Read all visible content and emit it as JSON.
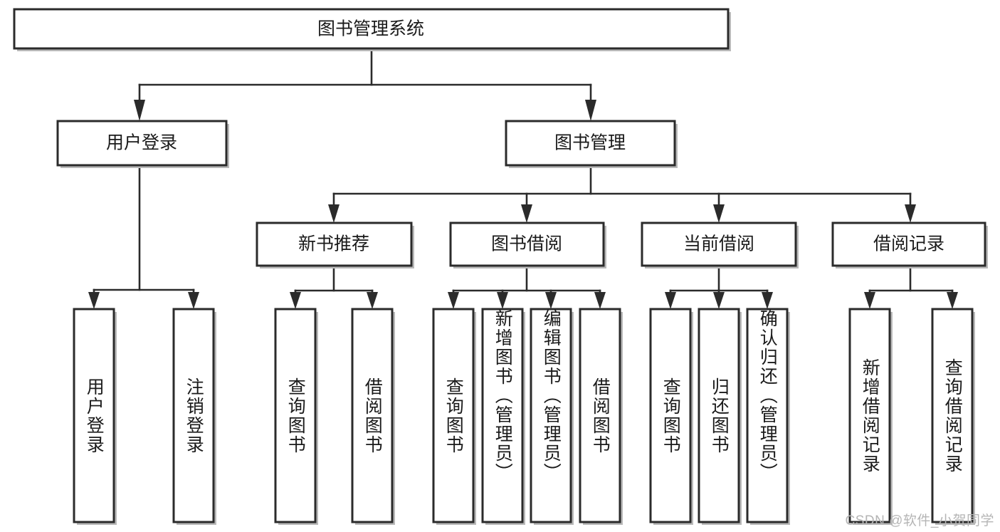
{
  "diagram": {
    "type": "tree-hierarchy-chart",
    "title": "图书管理系统",
    "watermark": "CSDN @软件_小贺同学",
    "colors": {
      "box_stroke": "#2b2b2b",
      "box_fill": "#ffffff",
      "shadow": "#b9b9b9",
      "text": "#1a1a1a",
      "background": "#ffffff",
      "watermark_text": "#b5b5b5"
    },
    "levels": {
      "root": {
        "label": "图书管理系统"
      },
      "level2": [
        {
          "label": "用户登录"
        },
        {
          "label": "图书管理"
        }
      ],
      "level3": [
        {
          "label": "新书推荐"
        },
        {
          "label": "图书借阅"
        },
        {
          "label": "当前借阅"
        },
        {
          "label": "借阅记录"
        }
      ],
      "leaves": {
        "user_login": [
          {
            "label": "用户登录"
          },
          {
            "label": "注销登录"
          }
        ],
        "new_book_recommend": [
          {
            "label": "查询图书"
          },
          {
            "label": "借阅图书"
          }
        ],
        "book_borrow": [
          {
            "label": "查询图书"
          },
          {
            "label": "新增图书（管理员）"
          },
          {
            "label": "编辑图书（管理员）"
          },
          {
            "label": "借阅图书"
          }
        ],
        "current_borrow": [
          {
            "label": "查询图书"
          },
          {
            "label": "归还图书"
          },
          {
            "label": "确认归还（管理员）"
          }
        ],
        "borrow_record": [
          {
            "label": "新增借阅记录"
          },
          {
            "label": "查询借阅记录"
          }
        ]
      }
    }
  }
}
